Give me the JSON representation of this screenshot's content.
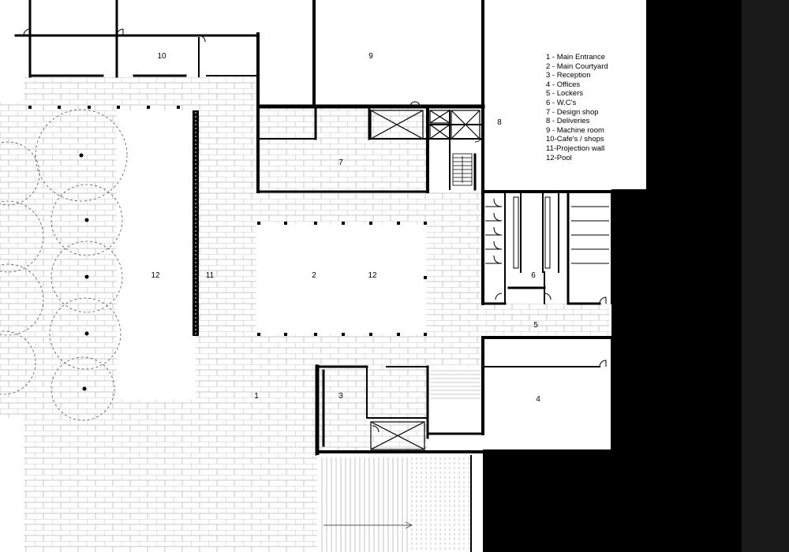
{
  "colors": {
    "background": "#000000",
    "side_strip": "#1a1a1a",
    "paper": "#ffffff",
    "paving_line": "#b4b4b4",
    "wall": "#000000",
    "pool_ring": "#555555"
  },
  "legend": [
    "1 - Main Entrance",
    "2 - Main Courtyard",
    "3 - Reception",
    "4 - Offices",
    "5 - Lockers",
    "6 - W.C's",
    "7 - Design shop",
    "8 - Deliveries",
    "9 - Machine room",
    "10-Cafe's / shops",
    "11-Projection wall",
    "12-Pool"
  ],
  "room_labels": {
    "main_entrance": "1",
    "main_courtyard": "2",
    "reception": "3",
    "offices": "4",
    "lockers": "5",
    "wcs": "6",
    "design_shop": "7",
    "deliveries": "8",
    "machine_room": "9",
    "cafes_shops": "10",
    "projection_wall": "11",
    "pool_left": "12",
    "pool_center": "12"
  },
  "icons": {
    "door_swing": "door-swing-icon",
    "entrance_arrow": "arrow-right-icon",
    "stair": "stair-icon"
  }
}
